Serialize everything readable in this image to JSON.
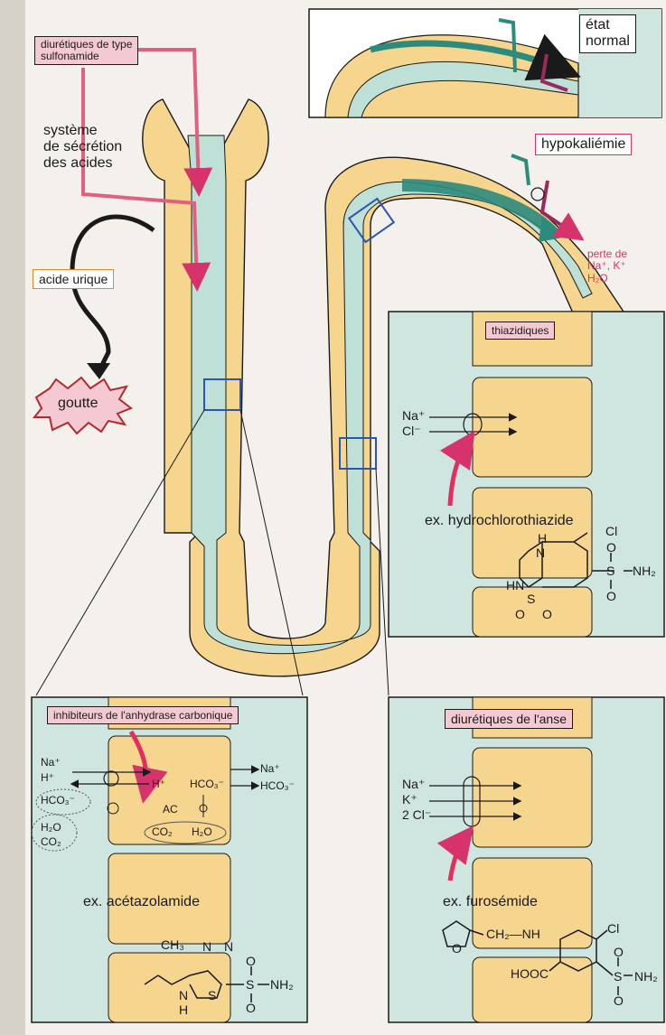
{
  "top_left": {
    "sulfonamide_label_line1": "diurétiques de type",
    "sulfonamide_label_line2": "sulfonamide",
    "acid_system_line1": "système",
    "acid_system_line2": "de sécrétion",
    "acid_system_line3": "des acides",
    "uric_acid": "acide urique",
    "gout": "goutte"
  },
  "top_right": {
    "normal_state_line1": "état",
    "normal_state_line2": "normal",
    "hypokalemia": "hypokaliémie",
    "loss_line1": "perte de",
    "loss_line2": "Na⁺, K⁺",
    "loss_line3": "H₂O"
  },
  "panel_thiazide": {
    "title": "thiazidiques",
    "ion1": "Na⁺",
    "ion2": "Cl⁻",
    "example": "ex. hydrochlorothiazide",
    "atoms": {
      "nh_top": "H",
      "n_top": "N",
      "hn": "HN",
      "s": "S",
      "o1": "O",
      "o2": "O",
      "cl": "Cl",
      "nh2": "NH₂",
      "s2": "S",
      "o3": "O",
      "o4": "O"
    }
  },
  "panel_carbonic": {
    "title": "inhibiteurs de l'anhydrase carbonique",
    "ions_left": [
      "Na⁺",
      "H⁺",
      "HCO₃⁻",
      "H₂O",
      "CO₂"
    ],
    "h_plus": "H⁺",
    "hco3_mid": "HCO₃⁻",
    "na_right": "Na⁺",
    "hco3_right": "HCO₃⁻",
    "ac": "AC",
    "co2": "CO₂",
    "h2o": "H₂O",
    "example": "ex. acétazolamide",
    "atoms": {
      "ch3": "CH₃",
      "n1": "N",
      "n2": "N",
      "nh": "N",
      "h": "H",
      "s": "S",
      "s2": "S",
      "o1": "O",
      "o2": "O",
      "nh2": "NH₂"
    }
  },
  "panel_loop": {
    "title": "diurétiques de l'anse",
    "ion1": "Na⁺",
    "ion2": "K⁺",
    "ion3": "2 Cl⁻",
    "example": "ex. furosémide",
    "atoms": {
      "o_ring": "O",
      "ch2nh": "CH₂—NH",
      "cl": "Cl",
      "hooc": "HOOC",
      "s": "S",
      "o1": "O",
      "o2": "O",
      "nh2": "NH₂"
    }
  },
  "colors": {
    "tubule": "#f6d58e",
    "lumen": "#bfe0d6",
    "interstitium": "#cfe5df",
    "pink_box": "#f4c9d2",
    "magenta": "#d6336c",
    "teal_arrow": "#2c8b7c",
    "blue_frame": "#2a55b5"
  }
}
